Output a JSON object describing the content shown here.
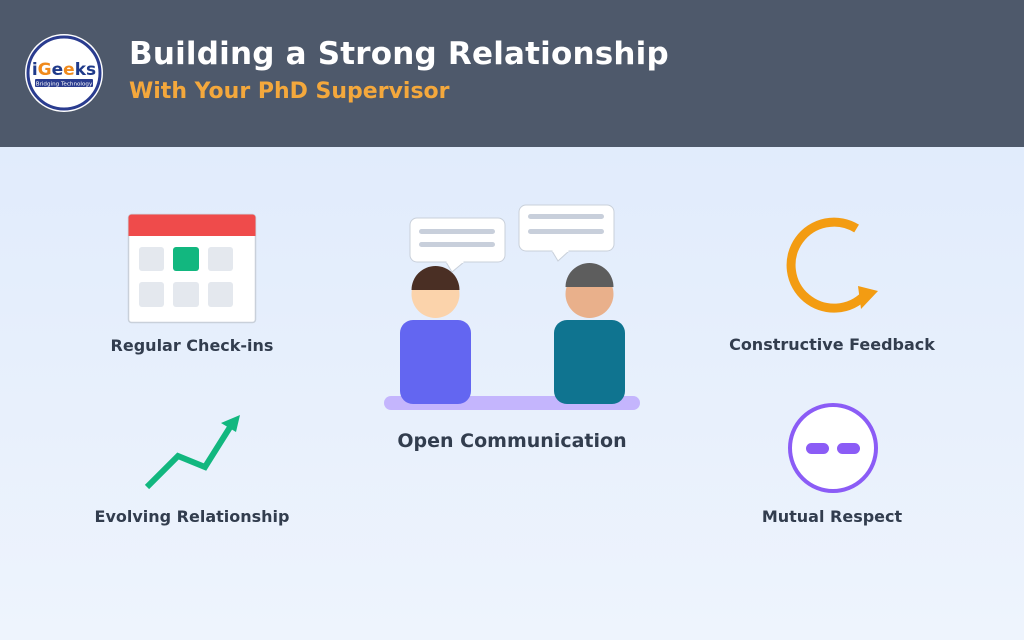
{
  "header": {
    "title": "Building a Strong Relationship",
    "subtitle": "With Your PhD Supervisor",
    "logo": {
      "brand": "iGeeks",
      "tagline": "Bridging Technology"
    }
  },
  "items": {
    "checkins": {
      "label": "Regular Check-ins",
      "icon": "calendar-icon"
    },
    "communication": {
      "label": "Open Communication",
      "icon": "conversation-icon"
    },
    "feedback": {
      "label": "Constructive Feedback",
      "icon": "cycle-arrow-icon"
    },
    "evolving": {
      "label": "Evolving Relationship",
      "icon": "trend-up-icon"
    },
    "respect": {
      "label": "Mutual Respect",
      "icon": "equals-circle-icon"
    }
  },
  "colors": {
    "header_bg": "#4e596b",
    "subtitle": "#f4a83c",
    "calendar_header": "#ef4b4b",
    "calendar_active": "#12b77f",
    "person_left": "#6366f1",
    "person_right": "#0f7490",
    "table": "#c4b5fd",
    "feedback": "#f39c12",
    "trend": "#12b77f",
    "respect": "#8b5cf6"
  }
}
